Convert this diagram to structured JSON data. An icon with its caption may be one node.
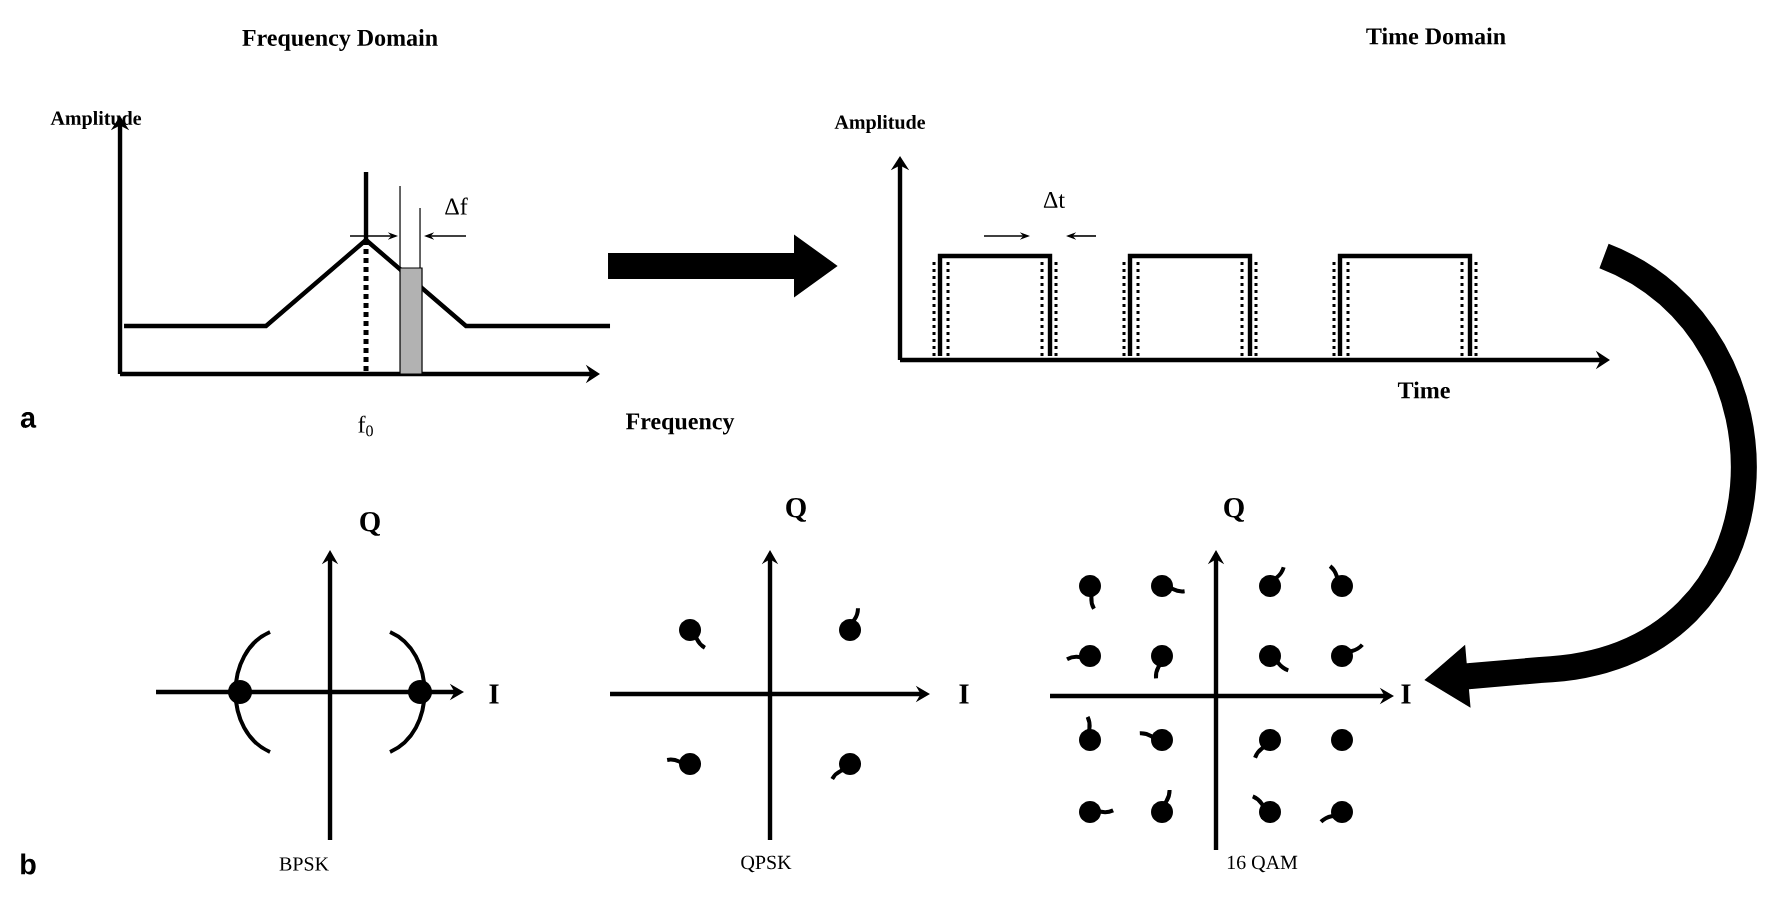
{
  "diagram": {
    "nodes": [
      {
        "text": [
          "Frequency Domain",
          "Amplitude",
          "Δf",
          "f$_{0}$",
          "Frequency"
        ]
      },
      {
        "text": [
          "Time Domain",
          "Amplitude",
          "Δt",
          "Time"
        ]
      },
      {
        "text": [
          "Q",
          "I",
          "BPSK"
        ]
      },
      {
        "text": [
          "Q",
          "I",
          "QPSK"
        ]
      },
      {
        "text": [
          "Q",
          "I",
          "16 QAM"
        ]
      }
    ],
    "edges": [
      {
        "from": 0,
        "to": 1,
        "arrow": "to"
      },
      {
        "from": 1,
        "to": 4,
        "arrow": "to"
      }
    ],
    "labels": [
      "a",
      "b"
    ]
  }
}
